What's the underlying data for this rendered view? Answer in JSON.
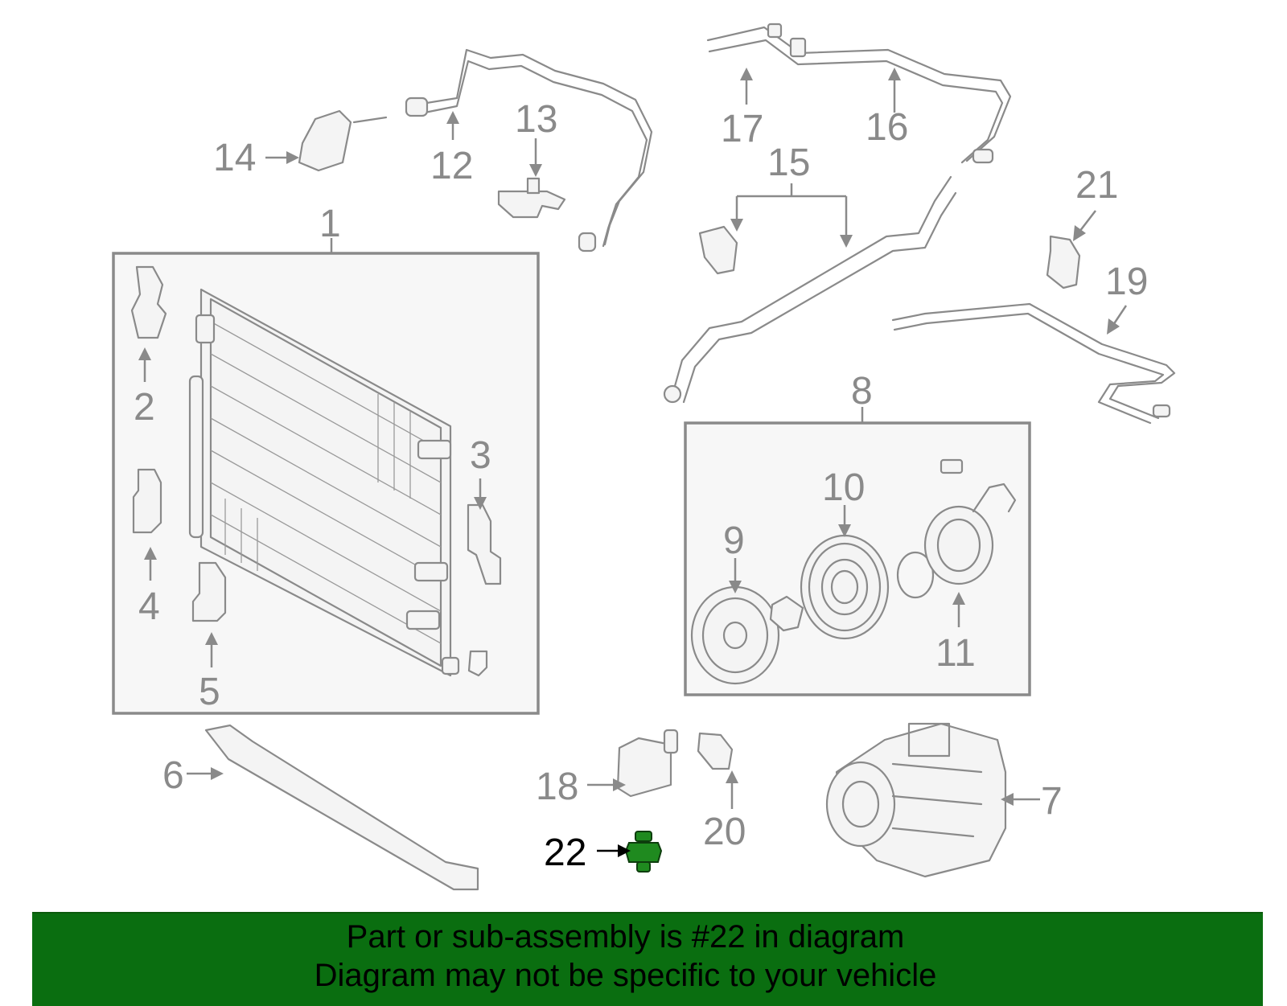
{
  "callouts": {
    "c1": "1",
    "c2": "2",
    "c3": "3",
    "c4": "4",
    "c5": "5",
    "c6": "6",
    "c7": "7",
    "c8": "8",
    "c9": "9",
    "c10": "10",
    "c11": "11",
    "c12": "12",
    "c13": "13",
    "c14": "14",
    "c15": "15",
    "c16": "16",
    "c17": "17",
    "c18": "18",
    "c19": "19",
    "c20": "20",
    "c21": "21",
    "c22": "22"
  },
  "highlighted_part": "22",
  "highlight_color": "#1f8a1f",
  "banner": {
    "line1": "Part or sub-assembly is #22 in diagram",
    "line2": "Diagram may not be specific to your vehicle",
    "background": "#0a6e10"
  }
}
